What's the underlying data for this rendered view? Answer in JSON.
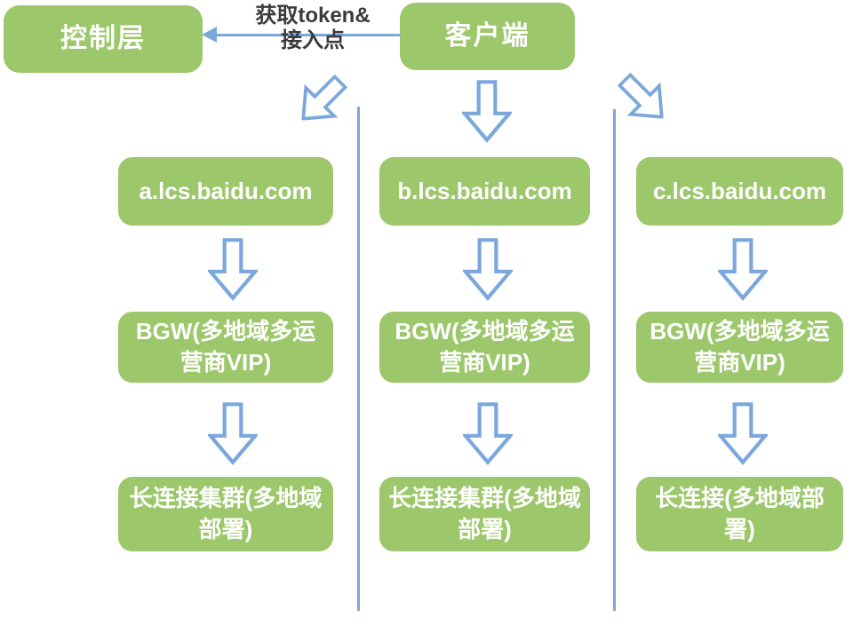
{
  "diagram": {
    "nodes": {
      "control_layer": "控制层",
      "client": "客户端"
    },
    "edge": {
      "label_line1": "获取token&",
      "label_line2": "接入点"
    },
    "columns": [
      {
        "dns": "a.lcs.baidu.com",
        "bgw": "BGW(多地域多运营商VIP)",
        "cluster": "长连接集群(多地域部署)"
      },
      {
        "dns": "b.lcs.baidu.com",
        "bgw": "BGW(多地域多运营商VIP)",
        "cluster": "长连接集群(多地域部署)"
      },
      {
        "dns": "c.lcs.baidu.com",
        "bgw": "BGW(多地域多运营商VIP)",
        "cluster": "长连接(多地域部署)"
      }
    ],
    "colors": {
      "box_green": "#9CC76A",
      "arrow_blue": "#7BA7DC",
      "label_text": "#3B3B3B",
      "box_text": "#FFFFFF",
      "background": "#FFFFFF"
    }
  }
}
